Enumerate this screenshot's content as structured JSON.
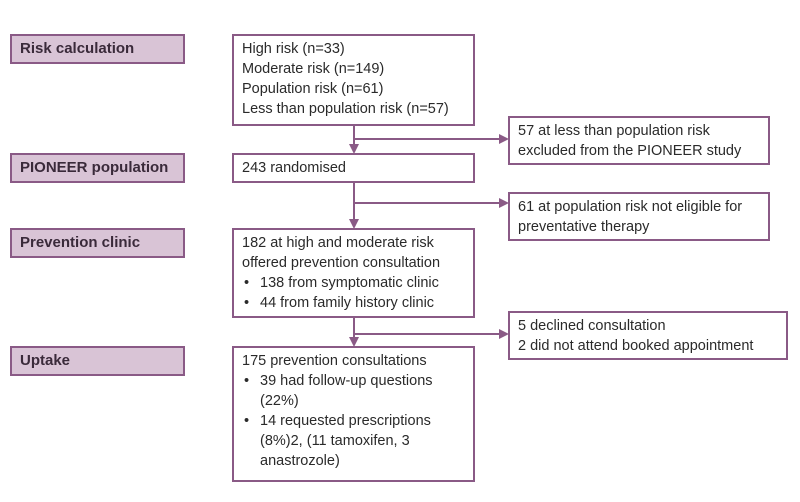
{
  "stages": [
    {
      "label": "Risk calculation"
    },
    {
      "label": "PIONEER population"
    },
    {
      "label": "Prevention clinic"
    },
    {
      "label": "Uptake"
    }
  ],
  "risk_box": {
    "lines": [
      "High risk (n=33)",
      "Moderate risk (n=149)",
      "Population risk (n=61)",
      "Less than population risk (n=57)"
    ]
  },
  "excluded_box": {
    "lines": [
      "57 at less than population risk",
      "excluded from the PIONEER study"
    ]
  },
  "population_box": {
    "lines": [
      "243 randomised"
    ]
  },
  "not_eligible_box": {
    "lines": [
      "61 at population risk not eligible for",
      "preventative therapy"
    ]
  },
  "clinic_box": {
    "lines": [
      "182 at high and moderate risk",
      "offered prevention consultation"
    ],
    "bullets": [
      "138 from symptomatic clinic",
      "44 from family history clinic"
    ]
  },
  "declined_box": {
    "lines": [
      "5 declined consultation",
      "2 did not attend booked appointment"
    ]
  },
  "uptake_box": {
    "lines": [
      "175 prevention consultations"
    ],
    "bullets": [
      [
        "39 had follow-up questions",
        "(22%)"
      ],
      [
        "14 requested prescriptions",
        "(8%)2, (11 tamoxifen, 3",
        "anastrozole)"
      ]
    ]
  },
  "colors": {
    "border": "#8a5a86",
    "label_fill": "#d9c4d6",
    "connector": "#8a5a86"
  }
}
